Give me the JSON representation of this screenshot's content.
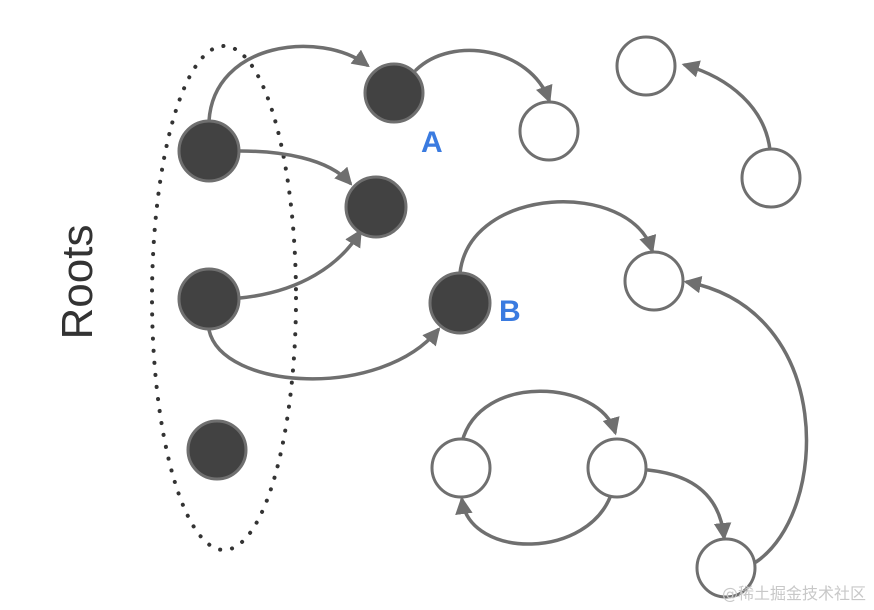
{
  "diagram": {
    "roots_label": "Roots",
    "node_labels": {
      "a": "A",
      "b": "B"
    },
    "watermark": "@稀土掘金技术社区"
  },
  "colors": {
    "filled_node": "#424242",
    "outline": "#6f6f6f",
    "label_accent": "#3a7be0",
    "text": "#333333"
  }
}
